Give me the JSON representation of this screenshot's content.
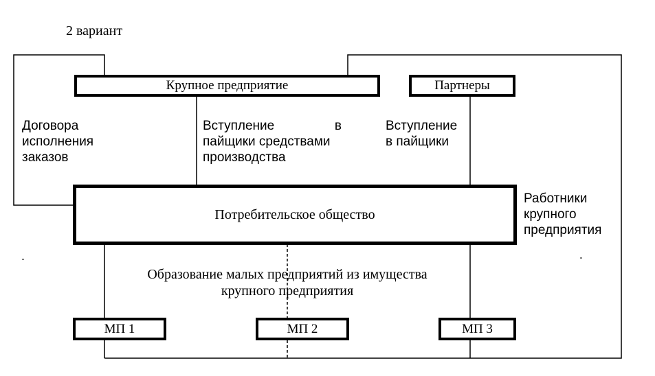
{
  "variant_label": "2 вариант",
  "boxes": {
    "large_enterprise": "Крупное предприятие",
    "partners": "Партнеры",
    "consumer_society": "Потребительское общество",
    "mp1": "МП 1",
    "mp2": "МП 2",
    "mp3": "МП 3"
  },
  "labels": {
    "contracts": [
      "Договора",
      "исполнения",
      "заказов"
    ],
    "join_means": [
      "Вступление",
      "в",
      "пайщики средствами",
      "производства"
    ],
    "join_shareholders": [
      "Вступление",
      "в пайщики"
    ],
    "workers": [
      "Работники",
      "крупного",
      "предприятия"
    ],
    "formation": [
      "Образование малых предприятий из имущества",
      "крупного предприятия"
    ]
  }
}
